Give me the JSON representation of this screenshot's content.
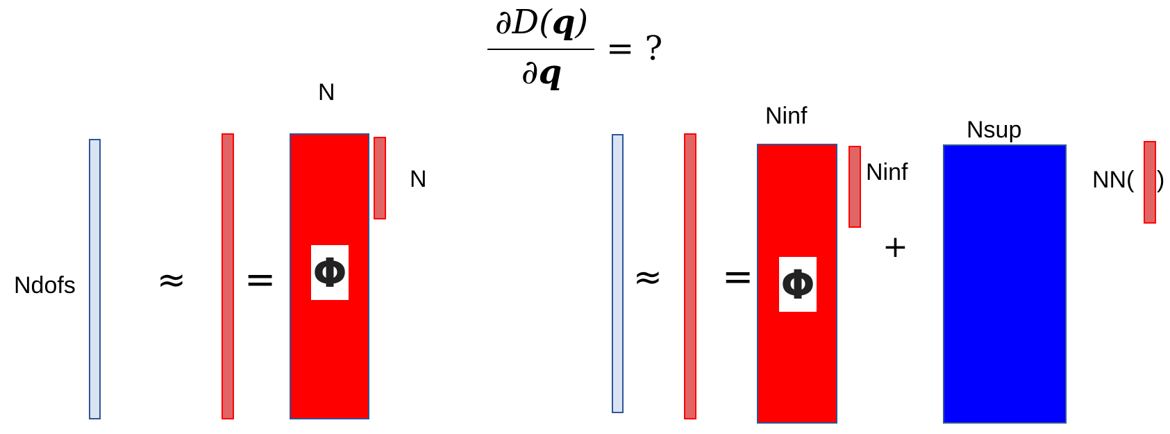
{
  "equation": {
    "numerator_partial": "∂D(",
    "numerator_var": "q",
    "numerator_close": ")",
    "denominator_partial": "∂",
    "denominator_var": "q",
    "rhs": "= ?"
  },
  "left_panel": {
    "dim_top": "N",
    "dim_side": "N",
    "rows_label": "Ndofs",
    "approx": "≈",
    "equals": "=",
    "basis_symbol": "Φ"
  },
  "right_panel": {
    "dim_top_inf": "Ninf",
    "dim_side_inf": "Ninf",
    "dim_top_sup": "Nsup",
    "nn_open": "NN(",
    "nn_close": ")",
    "approx": "≈",
    "equals": "=",
    "plus": "+",
    "basis_symbol": "Φ"
  },
  "colors": {
    "vector_fill": "#dae3f3",
    "vector_border": "#2f5597",
    "coeff_fill": "#e06666",
    "coeff_border": "#ff0000",
    "basis_fill": "#ff0000",
    "sup_fill": "#0000ff"
  }
}
